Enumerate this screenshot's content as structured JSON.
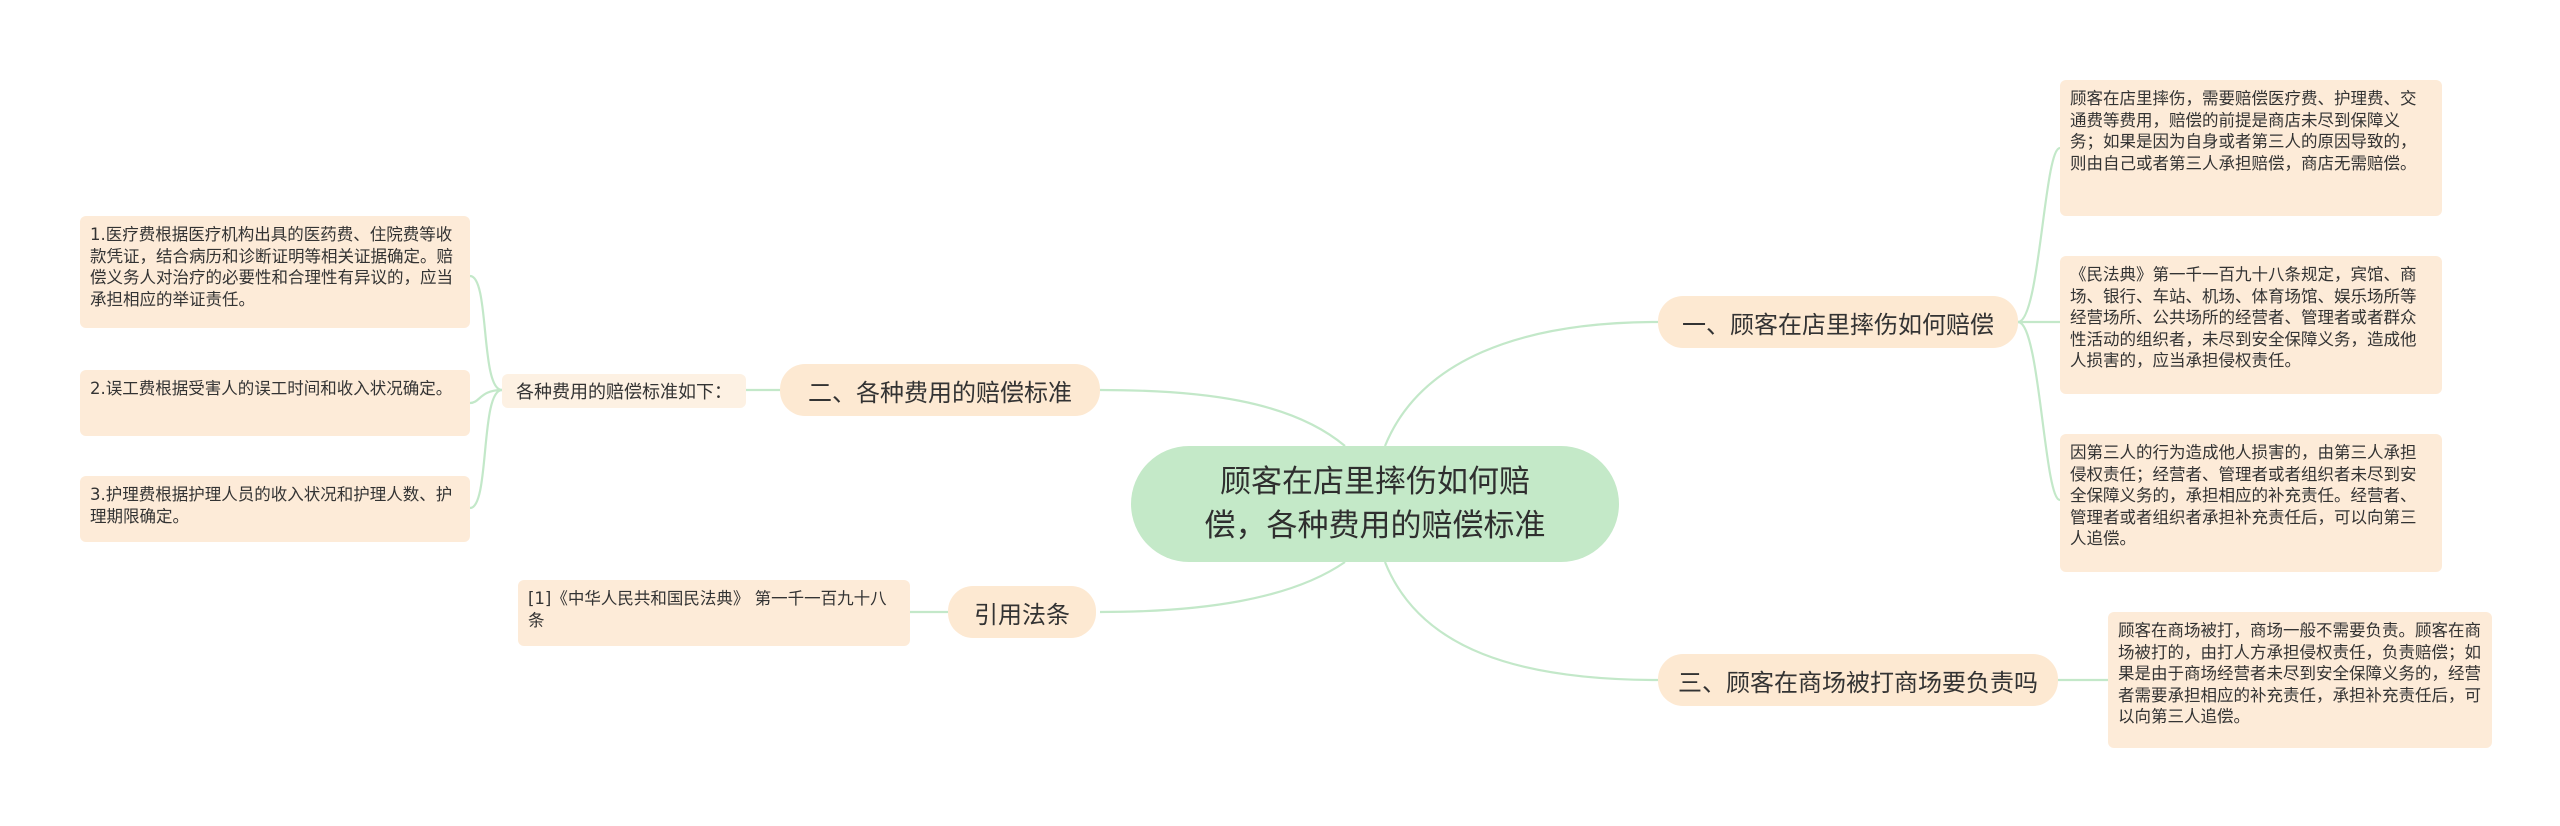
{
  "center": {
    "title": "顾客在店里摔伤如何赔偿，各种费用的赔偿标准"
  },
  "right_topics": [
    {
      "label": "一、顾客在店里摔伤如何赔偿",
      "leaves": [
        "顾客在店里摔伤，需要赔偿医疗费、护理费、交通费等费用，赔偿的前提是商店未尽到保障义务；如果是因为自身或者第三人的原因导致的，则由自己或者第三人承担赔偿，商店无需赔偿。",
        "《民法典》第一千一百九十八条规定，宾馆、商场、银行、车站、机场、体育场馆、娱乐场所等经营场所、公共场所的经营者、管理者或者群众性活动的组织者，未尽到安全保障义务，造成他人损害的，应当承担侵权责任。",
        "因第三人的行为造成他人损害的，由第三人承担侵权责任；经营者、管理者或者组织者未尽到安全保障义务的，承担相应的补充责任。经营者、管理者或者组织者承担补充责任后，可以向第三人追偿。"
      ]
    },
    {
      "label": "三、顾客在商场被打商场要负责吗",
      "leaves": [
        "顾客在商场被打，商场一般不需要负责。顾客在商场被打的，由打人方承担侵权责任，负责赔偿；如果是由于商场经营者未尽到安全保障义务的，经营者需要承担相应的补充责任，承担补充责任后，可以向第三人追偿。"
      ]
    }
  ],
  "left_topics": [
    {
      "label": "二、各种费用的赔偿标准",
      "mid": "各种费用的赔偿标准如下：",
      "leaves": [
        "1.医疗费根据医疗机构出具的医药费、住院费等收款凭证，结合病历和诊断证明等相关证据确定。赔偿义务人对治疗的必要性和合理性有异议的，应当承担相应的举证责任。",
        "2.误工费根据受害人的误工时间和收入状况确定。",
        "3.护理费根据护理人员的收入状况和护理人数、护理期限确定。"
      ]
    },
    {
      "label": "引用法条",
      "leaves": [
        "[1]《中华人民共和国民法典》 第一千一百九十八条"
      ]
    }
  ]
}
